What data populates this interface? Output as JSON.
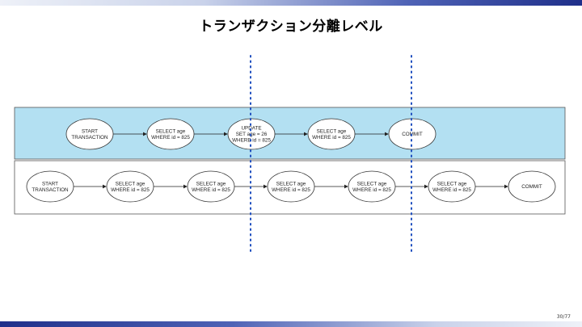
{
  "slide": {
    "title": "トランザクション分離レベル",
    "page_number": "30/77"
  },
  "colors": {
    "top_band": "#b3e0f2",
    "bottom_band": "#ffffff",
    "dotted_line": "#1f4fbf"
  },
  "transaction_a": {
    "nodes": [
      [
        "START",
        "TRANSACTION"
      ],
      [
        "SELECT age",
        "WHERE id = 825"
      ],
      [
        "UPDATE",
        "SET age = 26",
        "WHERE id = 825"
      ],
      [
        "SELECT age",
        "WHERE id = 825"
      ],
      [
        "COMMIT"
      ]
    ]
  },
  "transaction_b": {
    "nodes": [
      [
        "START",
        "TRANSACTION"
      ],
      [
        "SELECT age",
        "WHERE id = 825"
      ],
      [
        "SELECT age",
        "WHERE id = 825"
      ],
      [
        "SELECT age",
        "WHERE id = 825"
      ],
      [
        "SELECT age",
        "WHERE id = 825"
      ],
      [
        "SELECT age",
        "WHERE id = 825"
      ],
      [
        "COMMIT"
      ]
    ]
  }
}
